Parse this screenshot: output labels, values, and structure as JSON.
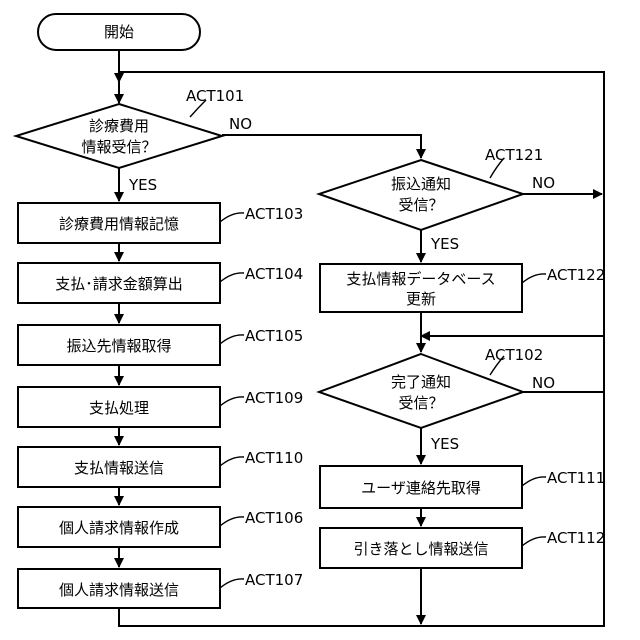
{
  "flowchart": {
    "start": {
      "label": "開始"
    },
    "decisions": {
      "fee_received": {
        "line1": "診療費用",
        "line2": "情報受信？",
        "ref": "ACT101"
      },
      "transfer_notice": {
        "line1": "振込通知",
        "line2": "受信？",
        "ref": "ACT121"
      },
      "completion_notice": {
        "line1": "完了通知",
        "line2": "受信？",
        "ref": "ACT102"
      }
    },
    "processes": {
      "store_fee_info": {
        "label": "診療費用情報記憶",
        "ref": "ACT103"
      },
      "calc_amount": {
        "label": "支払･請求金額算出",
        "ref": "ACT104"
      },
      "get_transfer_dest": {
        "label": "振込先情報取得",
        "ref": "ACT105"
      },
      "payment": {
        "label": "支払処理",
        "ref": "ACT109"
      },
      "send_payment_info": {
        "label": "支払情報送信",
        "ref": "ACT110"
      },
      "create_invoice": {
        "label": "個人請求情報作成",
        "ref": "ACT106"
      },
      "send_invoice": {
        "label": "個人請求情報送信",
        "ref": "ACT107"
      },
      "update_payment_db": {
        "line1": "支払情報データベース",
        "line2": "更新",
        "ref": "ACT122"
      },
      "get_user_contact": {
        "label": "ユーザ連絡先取得",
        "ref": "ACT111"
      },
      "send_debit_info": {
        "label": "引き落とし情報送信",
        "ref": "ACT112"
      }
    },
    "edge_labels": {
      "yes": "YES",
      "no": "NO"
    }
  }
}
